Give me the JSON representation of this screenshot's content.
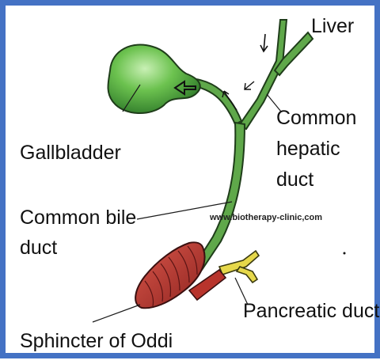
{
  "labels": {
    "liver": "Liver",
    "common_hepatic_duct": [
      "Common",
      "hepatic",
      "duct"
    ],
    "gallbladder": "Gallbladder",
    "common_bile_duct": [
      "Common bile",
      "duct"
    ],
    "sphincter": "Sphincter of Oddi",
    "pancreatic_duct": "Pancreatic duct"
  },
  "watermark": "www.biotherapy-clinic,com",
  "colors": {
    "border": "#4472c4",
    "duct_green": "#5fa84a",
    "duct_outline": "#1f3d1a",
    "sphincter_red": "#b8342c",
    "pancreatic_yellow": "#e6d84a"
  }
}
